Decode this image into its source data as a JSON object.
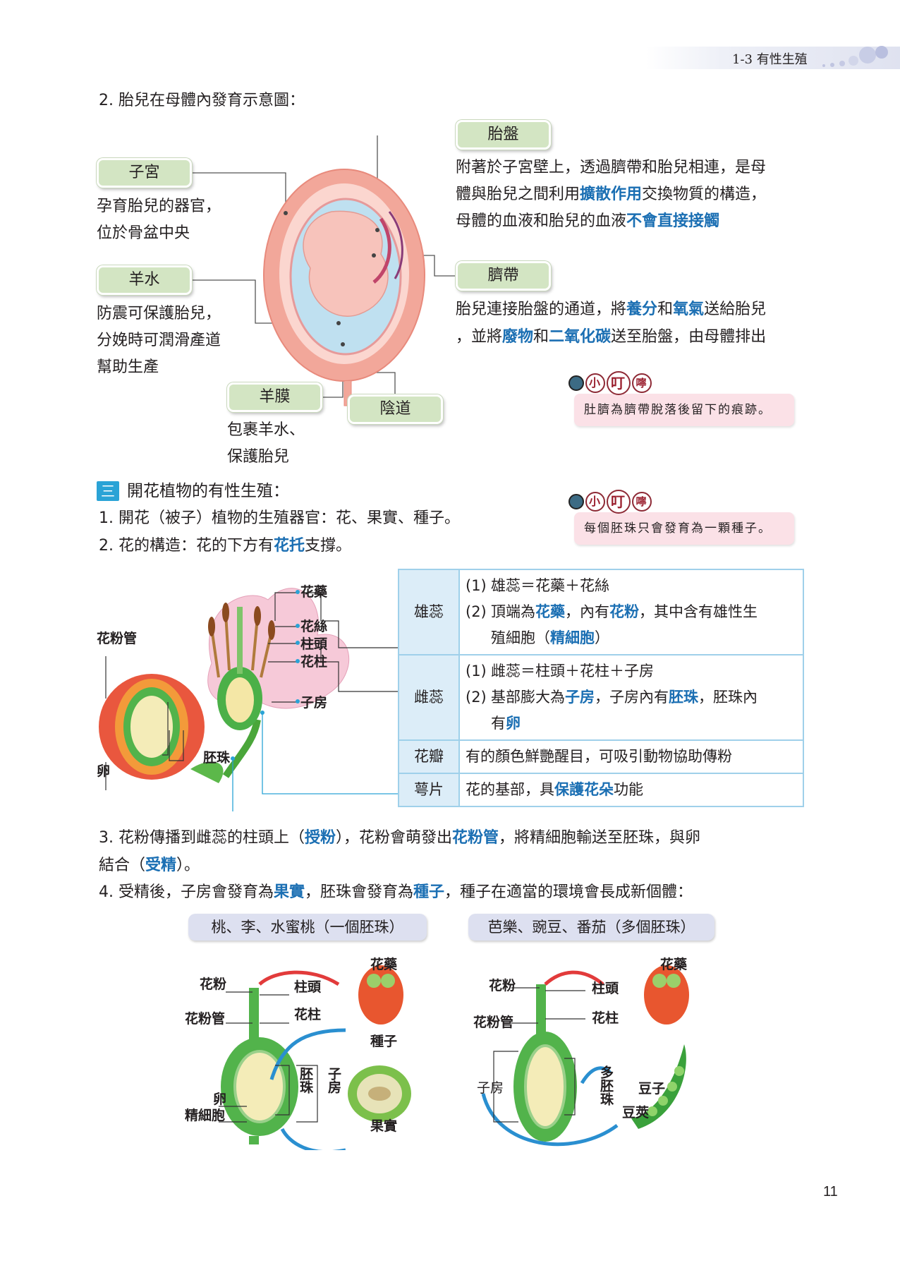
{
  "header": {
    "section_tag": "1-3 有性生殖",
    "page_number": "11"
  },
  "fetus": {
    "heading": "2.  胎兒在母體內發育示意圖：",
    "uterus": {
      "label": "子宮",
      "lines": [
        "孕育胎兒的器官，",
        "位於骨盆中央"
      ]
    },
    "amniotic_fluid": {
      "label": "羊水",
      "lines": [
        "防震可保護胎兒，",
        "分娩時可潤滑產道",
        "幫助生產"
      ]
    },
    "amnion": {
      "label": "羊膜",
      "lines": [
        "包裹羊水、",
        "保護胎兒"
      ]
    },
    "vagina": {
      "label": "陰道"
    },
    "placenta": {
      "label": "胎盤",
      "lines": [
        [
          {
            "t": "附著於子宮壁上，透過臍帶和胎兒相連，是母"
          }
        ],
        [
          {
            "t": "體與胎兒之間利用"
          },
          {
            "t": "擴散作用",
            "hl": true
          },
          {
            "t": "交換物質的構造，"
          }
        ],
        [
          {
            "t": "母體的血液和胎兒的血液"
          },
          {
            "t": "不會直接接觸",
            "hl": true
          }
        ]
      ]
    },
    "umbilical_cord": {
      "label": "臍帶",
      "lines": [
        [
          {
            "t": "胎兒連接胎盤的通道，將"
          },
          {
            "t": "養分",
            "hl": true
          },
          {
            "t": "和"
          },
          {
            "t": "氧氣",
            "hl": true
          },
          {
            "t": "送給胎兒"
          }
        ],
        [
          {
            "t": "，並將"
          },
          {
            "t": "廢物",
            "hl": true
          },
          {
            "t": "和"
          },
          {
            "t": "二氧化碳",
            "hl": true
          },
          {
            "t": "送至胎盤，由母體排出"
          }
        ]
      ]
    }
  },
  "tips": [
    {
      "badge": [
        "小",
        "叮",
        "嚀"
      ],
      "text": "肚臍為臍帶脫落後留下的痕跡。"
    },
    {
      "badge": [
        "小",
        "叮",
        "嚀"
      ],
      "text": "每個胚珠只會發育為一顆種子。"
    }
  ],
  "plants": {
    "section_number": "三",
    "section_title": "開花植物的有性生殖：",
    "items": [
      [
        {
          "t": "1.  開花（被子）植物的生殖器官：花、果實、種子。"
        }
      ],
      [
        {
          "t": "2.  花的構造：花的下方有"
        },
        {
          "t": "花托",
          "hl": true
        },
        {
          "t": "支撐。"
        }
      ]
    ],
    "flower_labels": {
      "anther": "花藥",
      "filament": "花絲",
      "stigma": "柱頭",
      "style": "花柱",
      "ovary": "子房",
      "pollen_tube": "花粉管",
      "ovule": "胚珠",
      "egg": "卵"
    },
    "table": [
      {
        "label": "雄蕊",
        "lines": [
          {
            "n": "(1)",
            "seg": [
              {
                "t": "雄蕊＝花藥＋花絲"
              }
            ]
          },
          {
            "n": "(2)",
            "seg": [
              {
                "t": "頂端為"
              },
              {
                "t": "花藥",
                "hl": true
              },
              {
                "t": "，內有"
              },
              {
                "t": "花粉",
                "hl": true
              },
              {
                "t": "，其中含有雄性生"
              }
            ]
          },
          {
            "n": "",
            "seg": [
              {
                "t": "殖細胞（"
              },
              {
                "t": "精細胞",
                "hl": true
              },
              {
                "t": "）"
              }
            ]
          }
        ]
      },
      {
        "label": "雌蕊",
        "lines": [
          {
            "n": "(1)",
            "seg": [
              {
                "t": "雌蕊＝柱頭＋花柱＋子房"
              }
            ]
          },
          {
            "n": "(2)",
            "seg": [
              {
                "t": "基部膨大為"
              },
              {
                "t": "子房",
                "hl": true
              },
              {
                "t": "，子房內有"
              },
              {
                "t": "胚珠",
                "hl": true
              },
              {
                "t": "，胚珠內"
              }
            ]
          },
          {
            "n": "",
            "seg": [
              {
                "t": "有"
              },
              {
                "t": "卵",
                "hl": true
              }
            ]
          }
        ]
      },
      {
        "label": "花瓣",
        "lines": [
          {
            "n": "",
            "seg": [
              {
                "t": "有的顏色鮮艷醒目，可吸引動物協助傳粉"
              }
            ]
          }
        ]
      },
      {
        "label": "萼片",
        "lines": [
          {
            "n": "",
            "seg": [
              {
                "t": "花的基部，具"
              },
              {
                "t": "保護花朵",
                "hl": true
              },
              {
                "t": "功能"
              }
            ]
          }
        ]
      }
    ],
    "item3": [
      [
        {
          "t": "3.  花粉傳播到雌蕊的柱頭上（"
        },
        {
          "t": "授粉",
          "hl": true
        },
        {
          "t": "），花粉會萌發出"
        },
        {
          "t": "花粉管",
          "hl": true
        },
        {
          "t": "，將精細胞輸送至胚珠，與卵"
        }
      ],
      [
        {
          "t": "     結合（"
        },
        {
          "t": "受精",
          "hl": true
        },
        {
          "t": "）。"
        }
      ]
    ],
    "item4": [
      {
        "t": "4.  受精後，子房會發育為"
      },
      {
        "t": "果實",
        "hl": true
      },
      {
        "t": "，胚珠會發育為"
      },
      {
        "t": "種子",
        "hl": true
      },
      {
        "t": "，種子在適當的環境會長成新個體："
      }
    ],
    "examples": [
      {
        "title": "桃、李、水蜜桃（一個胚珠）",
        "labels": {
          "anther": "花藥",
          "pollen": "花粉",
          "stigma": "柱頭",
          "style": "花柱",
          "pollen_tube": "花粉管",
          "seed": "種子",
          "ovule": "胚珠",
          "ovary": "子房",
          "egg": "卵",
          "sperm": "精細胞",
          "fruit": "果實"
        }
      },
      {
        "title": "芭樂、豌豆、番茄（多個胚珠）",
        "labels": {
          "anther": "花藥",
          "pollen": "花粉",
          "stigma": "柱頭",
          "style": "花柱",
          "pollen_tube": "花粉管",
          "ovary": "子房",
          "ovules": "多胚珠",
          "bean": "豆子",
          "pod": "豆莢"
        }
      }
    ]
  },
  "colors": {
    "highlight": "#1b6fb3",
    "label_box": "#d3e5c3",
    "tip_bg": "#fbe1e7",
    "table_border": "#9fd0ea"
  }
}
